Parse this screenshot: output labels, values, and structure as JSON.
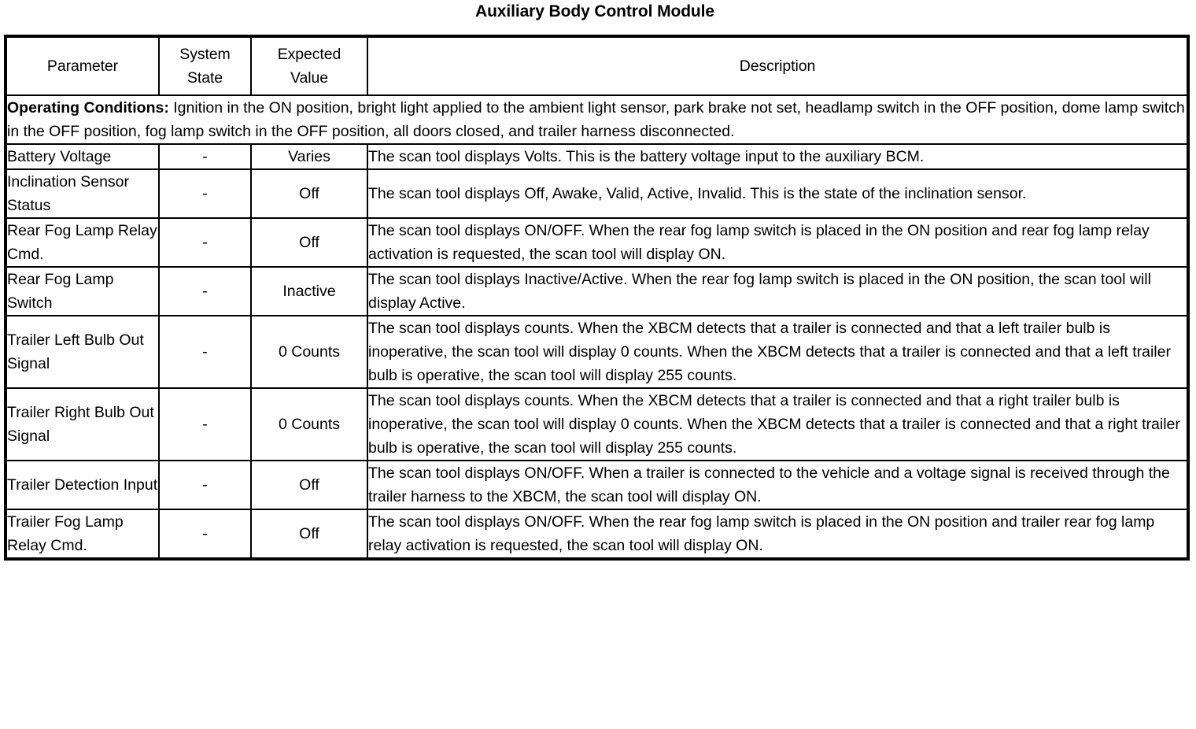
{
  "document": {
    "title": "Auxiliary Body Control Module"
  },
  "table": {
    "headers": {
      "parameter": "Parameter",
      "system_state": "System State",
      "system_state_line1": "System",
      "system_state_line2": "State",
      "expected_value": "Expected Value",
      "expected_value_line1": "Expected",
      "expected_value_line2": "Value",
      "description": "Description"
    },
    "operating_conditions": {
      "label": "Operating Conditions:",
      "text": " Ignition in the ON position, bright light applied to the ambient light sensor, park brake not set, headlamp switch in the OFF position, dome lamp switch in the OFF position, fog lamp switch in the OFF position, all doors closed, and trailer harness disconnected."
    },
    "rows": [
      {
        "parameter": "Battery Voltage",
        "system_state": "-",
        "expected_value": "Varies",
        "description": "The scan tool displays Volts. This is the battery voltage input to the auxiliary BCM."
      },
      {
        "parameter": "Inclination Sensor Status",
        "system_state": "-",
        "expected_value": "Off",
        "description": "The scan tool displays Off, Awake, Valid, Active, Invalid. This is the state of the inclination sensor."
      },
      {
        "parameter": "Rear Fog Lamp Relay Cmd.",
        "system_state": "-",
        "expected_value": "Off",
        "description": "The scan tool displays ON/OFF. When the rear fog lamp switch is placed in the ON position and rear fog lamp relay activation is requested, the scan tool will display ON."
      },
      {
        "parameter": "Rear Fog Lamp Switch",
        "system_state": "-",
        "expected_value": "Inactive",
        "description": "The scan tool displays Inactive/Active. When the rear fog lamp switch is placed in the ON position, the scan tool will display Active."
      },
      {
        "parameter": "Trailer Left Bulb Out Signal",
        "system_state": "-",
        "expected_value": "0 Counts",
        "description": "The scan tool displays counts. When the XBCM detects that a trailer is connected and that a left trailer bulb is inoperative, the scan tool will display 0 counts. When the XBCM detects that a trailer is connected and that a left trailer bulb is operative, the scan tool will display 255 counts."
      },
      {
        "parameter": "Trailer Right Bulb Out Signal",
        "system_state": "-",
        "expected_value": "0 Counts",
        "description": "The scan tool displays counts. When the XBCM detects that a trailer is connected and that a right trailer bulb is inoperative, the scan tool will display 0 counts. When the XBCM detects that a trailer is connected and that a right trailer bulb is operative, the scan tool will display 255 counts."
      },
      {
        "parameter": "Trailer Detection Input",
        "system_state": "-",
        "expected_value": "Off",
        "description": "The scan tool displays ON/OFF. When a trailer is connected to the vehicle and a voltage signal is received through the trailer harness to the XBCM, the scan tool will display ON."
      },
      {
        "parameter": "Trailer Fog Lamp Relay Cmd.",
        "system_state": "-",
        "expected_value": "Off",
        "description": "The scan tool displays ON/OFF. When the rear fog lamp switch is placed in the ON position and trailer rear fog lamp relay activation is requested, the scan tool will display ON."
      }
    ]
  }
}
